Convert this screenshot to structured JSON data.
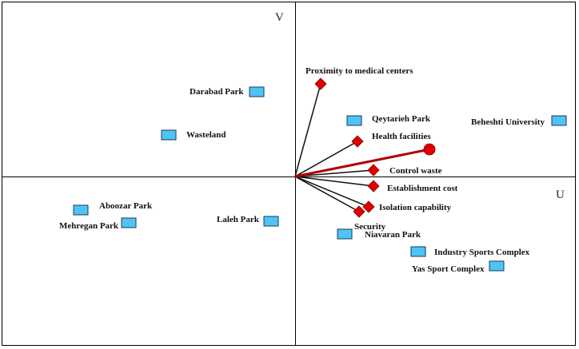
{
  "chart_data": {
    "type": "scatter",
    "title": "",
    "axes": {
      "horizontal_label": "U",
      "vertical_label": "V",
      "xlim": [
        -1.0,
        1.0
      ],
      "ylim": [
        -1.0,
        1.0
      ],
      "grid": false
    },
    "colors": {
      "alternative_fill": "#4fc3f7",
      "criterion_fill": "#e00000",
      "vector_line": "#111111",
      "ideal_vector": "#b00000",
      "frame": "#000000"
    },
    "alternatives": [
      {
        "name": "Darabad Park",
        "x": -0.24,
        "y": 0.53
      },
      {
        "name": "Wasteland",
        "x": -0.79,
        "y": 0.26
      },
      {
        "name": "Qeytarieh Park",
        "x": 0.37,
        "y": 0.35
      },
      {
        "name": "Beheshti University",
        "x": 1.65,
        "y": 0.35
      },
      {
        "name": "Aboozar Park",
        "x": -1.34,
        "y": -0.21
      },
      {
        "name": "Mehregan Park",
        "x": -1.04,
        "y": -0.29
      },
      {
        "name": "Laleh Park",
        "x": -0.15,
        "y": -0.28
      },
      {
        "name": "Niavaran Park",
        "x": 0.31,
        "y": -0.36
      },
      {
        "name": "Industry Sports Complex",
        "x": 0.77,
        "y": -0.47
      },
      {
        "name": "Yas Sport Complex",
        "x": 1.26,
        "y": -0.56
      }
    ],
    "criteria": [
      {
        "name": "Proximity to medical centers",
        "x": 0.16,
        "y": 0.58
      },
      {
        "name": "Health facilities",
        "x": 0.39,
        "y": 0.22
      },
      {
        "name": "Control waste",
        "x": 0.49,
        "y": 0.04
      },
      {
        "name": "Establishment cost",
        "x": 0.49,
        "y": -0.06
      },
      {
        "name": "Isolation capability",
        "x": 0.46,
        "y": -0.19
      },
      {
        "name": "Security",
        "x": 0.4,
        "y": -0.22
      }
    ],
    "ideal_vector": {
      "x": 0.84,
      "y": 0.17
    }
  }
}
